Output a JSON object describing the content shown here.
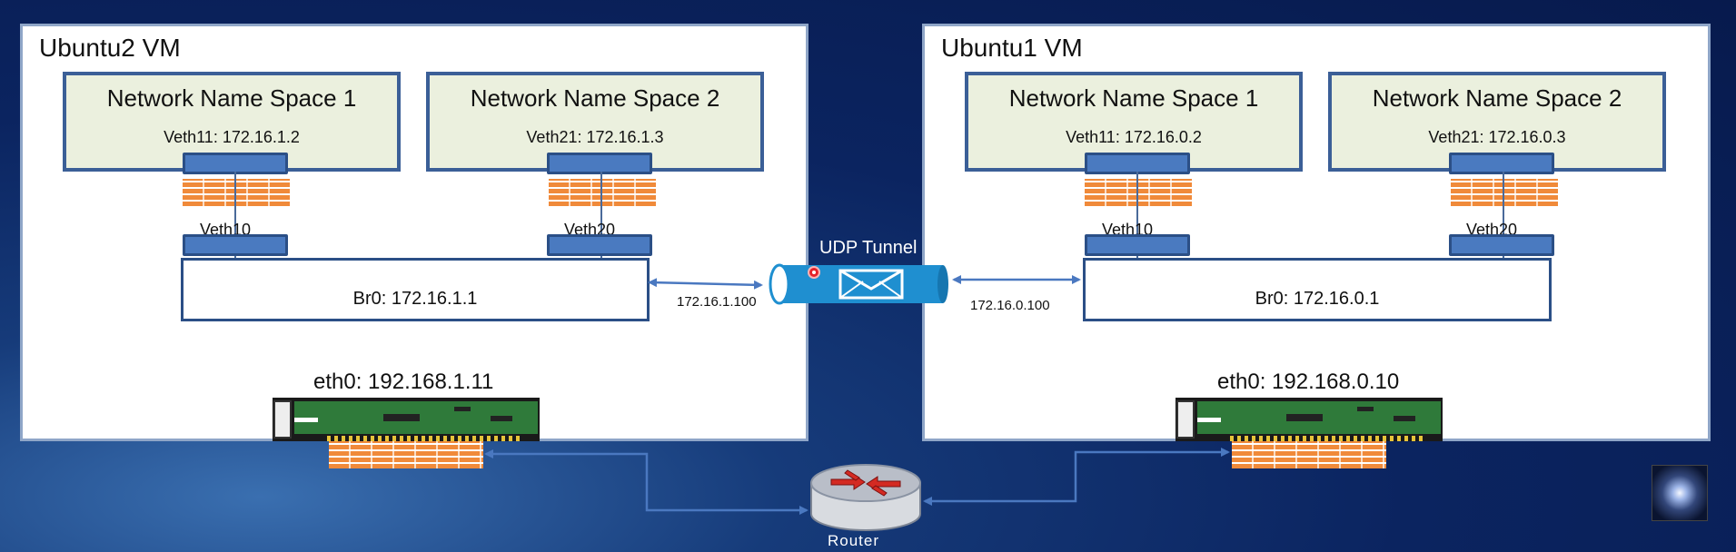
{
  "left_vm": {
    "title": "Ubuntu2 VM",
    "ns1": {
      "title": "Network Name Space 1",
      "ip": "Veth11: 172.16.1.2"
    },
    "ns2": {
      "title": "Network Name Space 2",
      "ip": "Veth21: 172.16.1.3"
    },
    "veth_a": "Veth10",
    "veth_b": "Veth20",
    "bridge": "Br0: 172.16.1.1",
    "eth0": "eth0: 192.168.1.11"
  },
  "right_vm": {
    "title": "Ubuntu1 VM",
    "ns1": {
      "title": "Network Name Space 1",
      "ip": "Veth11: 172.16.0.2"
    },
    "ns2": {
      "title": "Network Name Space 2",
      "ip": "Veth21: 172.16.0.3"
    },
    "veth_a": "Veth10",
    "veth_b": "Veth20",
    "bridge": "Br0: 172.16.0.1",
    "eth0": "eth0: 192.168.0.10"
  },
  "tunnel": {
    "label": "UDP Tunnel",
    "left_endpoint": "172.16.1.100",
    "right_endpoint": "172.16.0.100",
    "icon": "envelope-icon"
  },
  "router": {
    "label": "Router",
    "icon": "router-icon"
  },
  "colors": {
    "namespace_fill": "#ebf0de",
    "border_blue": "#3b5f97",
    "port_blue": "#4a7ac0",
    "firewall_orange": "#f08a3a",
    "tunnel_blue": "#1f8fd0",
    "background_navy": "#0b2460"
  }
}
